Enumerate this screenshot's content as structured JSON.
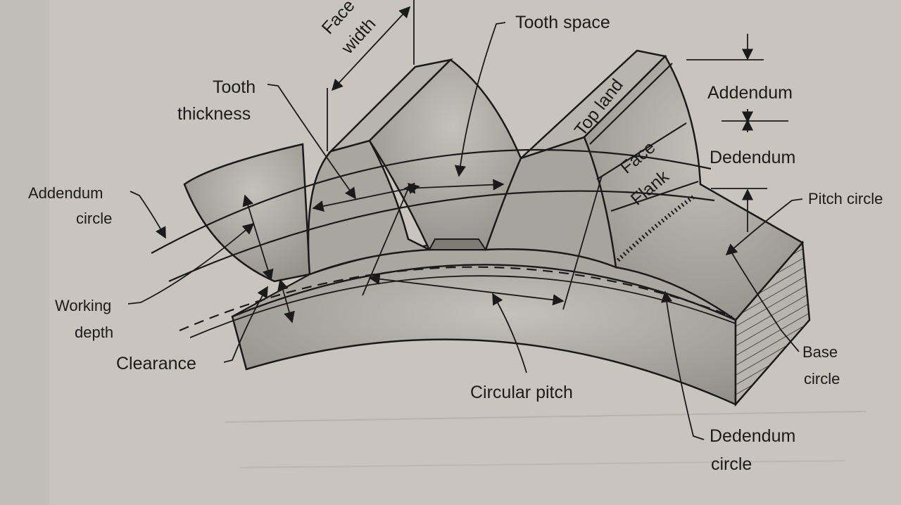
{
  "labels": {
    "face_width_1": "Face",
    "face_width_2": "width",
    "tooth_space": "Tooth space",
    "tooth_thickness_1": "Tooth",
    "tooth_thickness_2": "thickness",
    "top_land": "Top land",
    "face": "Face",
    "flank": "Flank",
    "addendum": "Addendum",
    "dedendum": "Dedendum",
    "addendum_circle_1": "Addendum",
    "addendum_circle_2": "circle",
    "pitch_circle": "Pitch circle",
    "working_depth_1": "Working",
    "working_depth_2": "depth",
    "clearance": "Clearance",
    "circular_pitch": "Circular pitch",
    "base_circle_1": "Base",
    "base_circle_2": "circle",
    "dedendum_circle_1": "Dedendum",
    "dedendum_circle_2": "circle"
  },
  "colors": {
    "background": "#c9c5be",
    "gear_body": "#9e9a94",
    "gear_top": "#b3afa8",
    "ink": "#1a1a1a"
  }
}
